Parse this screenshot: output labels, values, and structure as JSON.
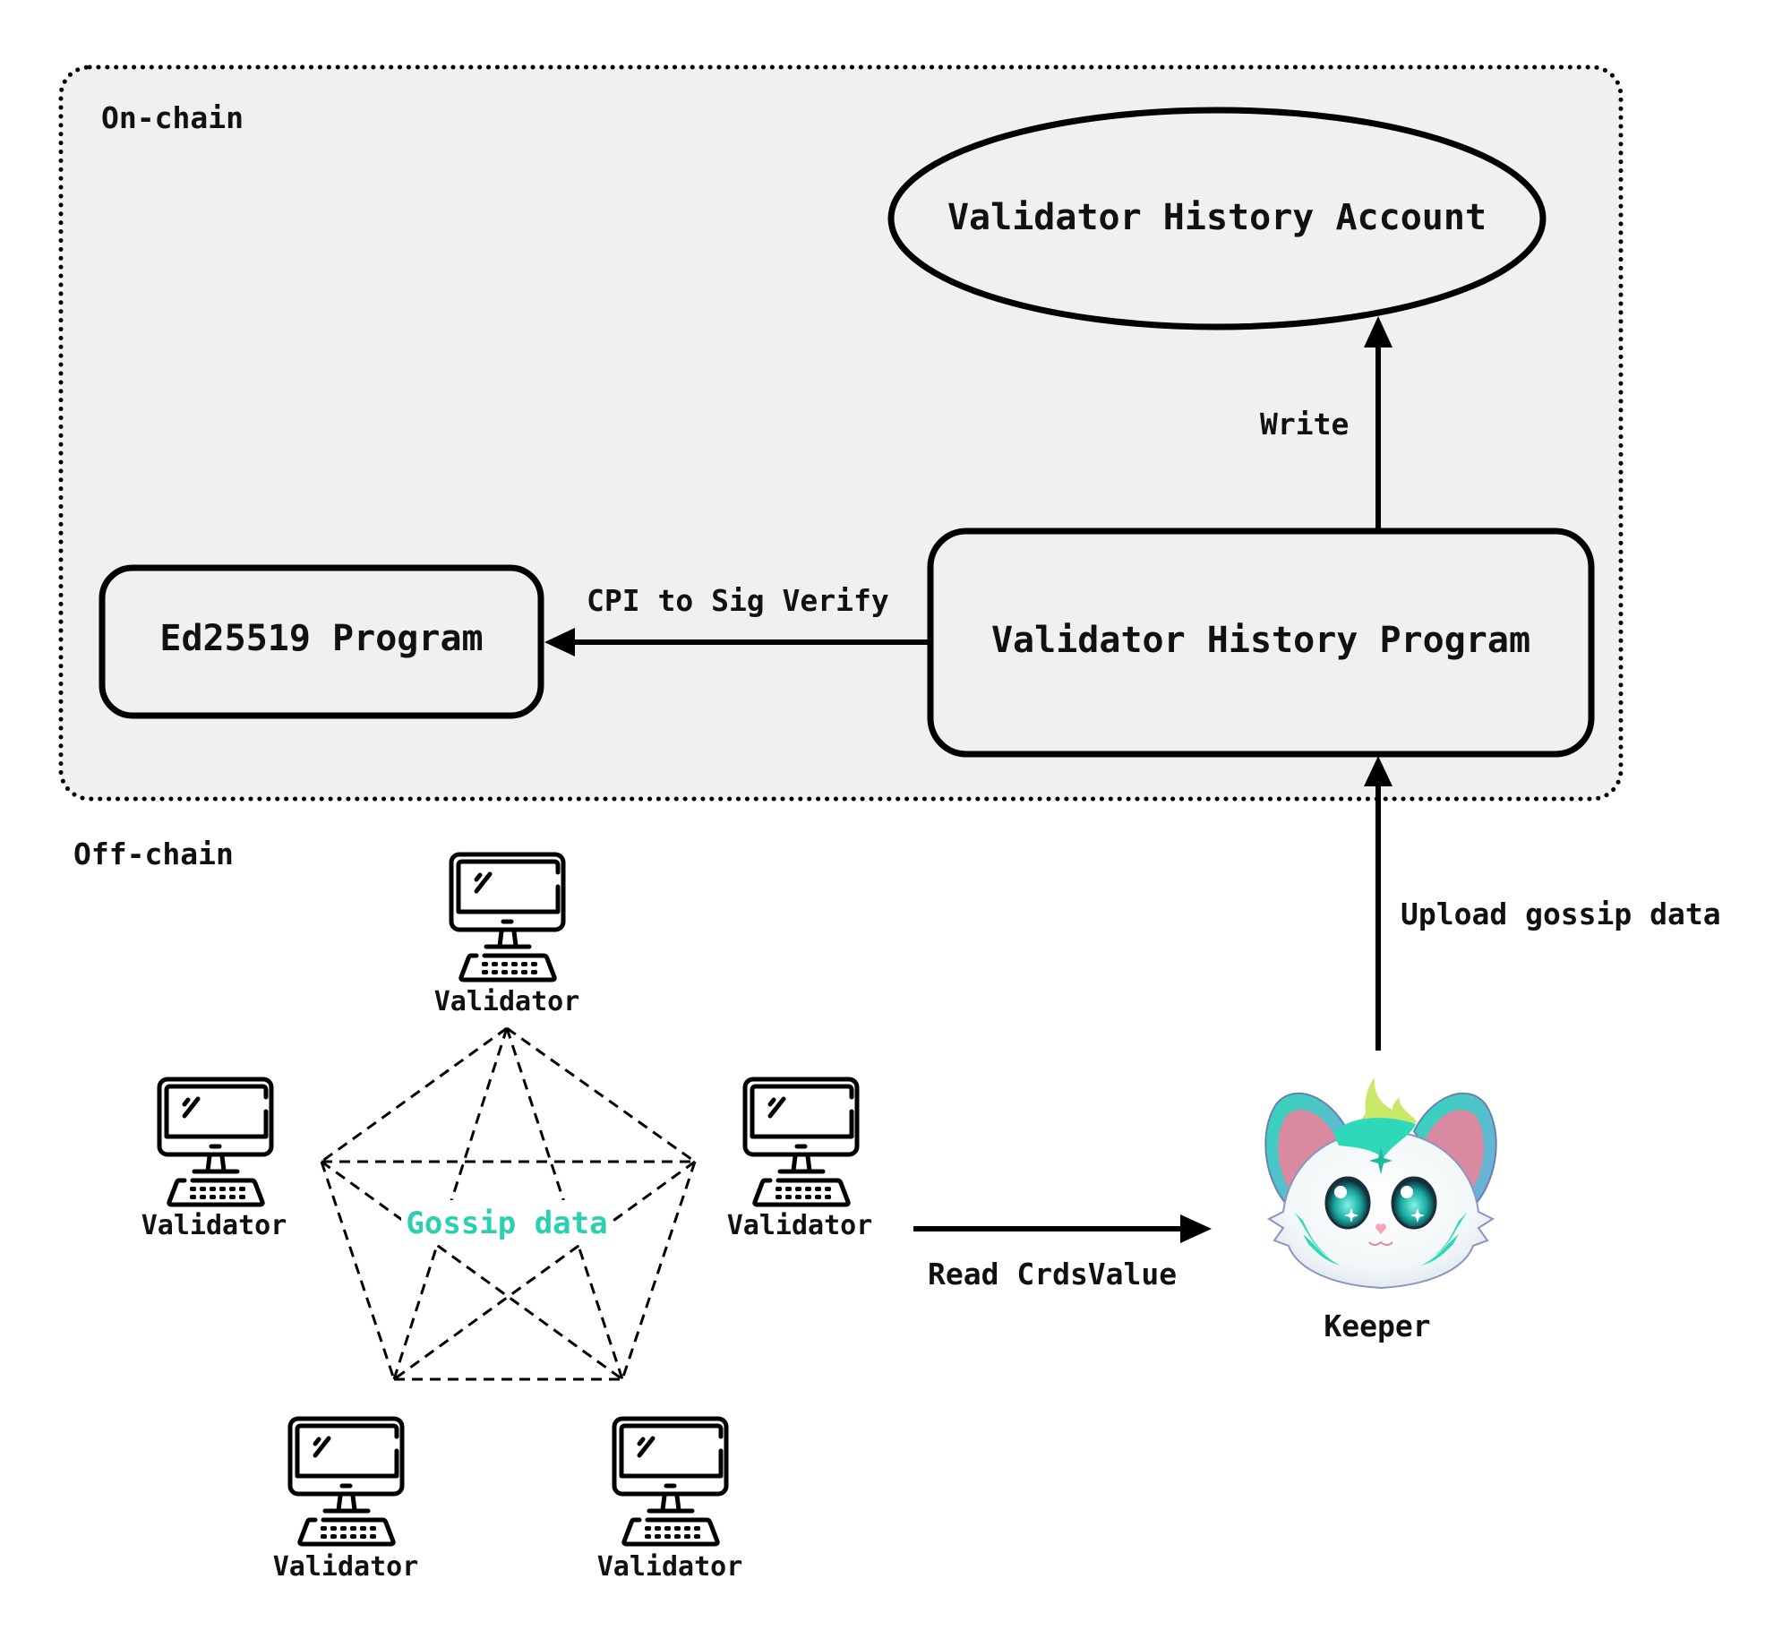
{
  "diagram": {
    "regions": {
      "on_chain": {
        "label": "On-chain"
      },
      "off_chain": {
        "label": "Off-chain"
      }
    },
    "nodes": {
      "validator_history_account": {
        "label": "Validator History Account",
        "shape": "ellipse"
      },
      "validator_history_program": {
        "label": "Validator History Program",
        "shape": "rounded-rect"
      },
      "ed25519_program": {
        "label": "Ed25519 Program",
        "shape": "rounded-rect"
      },
      "keeper": {
        "label": "Keeper",
        "icon": "keeper-mascot-icon"
      },
      "validators": [
        {
          "label": "Validator",
          "icon": "computer-icon",
          "position": "top"
        },
        {
          "label": "Validator",
          "icon": "computer-icon",
          "position": "left"
        },
        {
          "label": "Validator",
          "icon": "computer-icon",
          "position": "right"
        },
        {
          "label": "Validator",
          "icon": "computer-icon",
          "position": "bottom-left"
        },
        {
          "label": "Validator",
          "icon": "computer-icon",
          "position": "bottom-right"
        }
      ]
    },
    "edges": {
      "write": {
        "label": "Write",
        "from": "Validator History Program",
        "to": "Validator History Account"
      },
      "cpi": {
        "label": "CPI to Sig Verify",
        "from": "Validator History Program",
        "to": "Ed25519 Program"
      },
      "upload": {
        "label": "Upload gossip data",
        "from": "Keeper",
        "to": "Validator History Program"
      },
      "read": {
        "label": "Read CrdsValue",
        "from": "Validators",
        "to": "Keeper"
      }
    },
    "gossip": {
      "label": "Gossip data",
      "style": "dashed full mesh between 5 validators"
    },
    "colors": {
      "on_chain_fill": "#f0f0ef",
      "stroke": "#000000",
      "gossip_text": "#2ad0b0",
      "background": "#ffffff"
    }
  }
}
